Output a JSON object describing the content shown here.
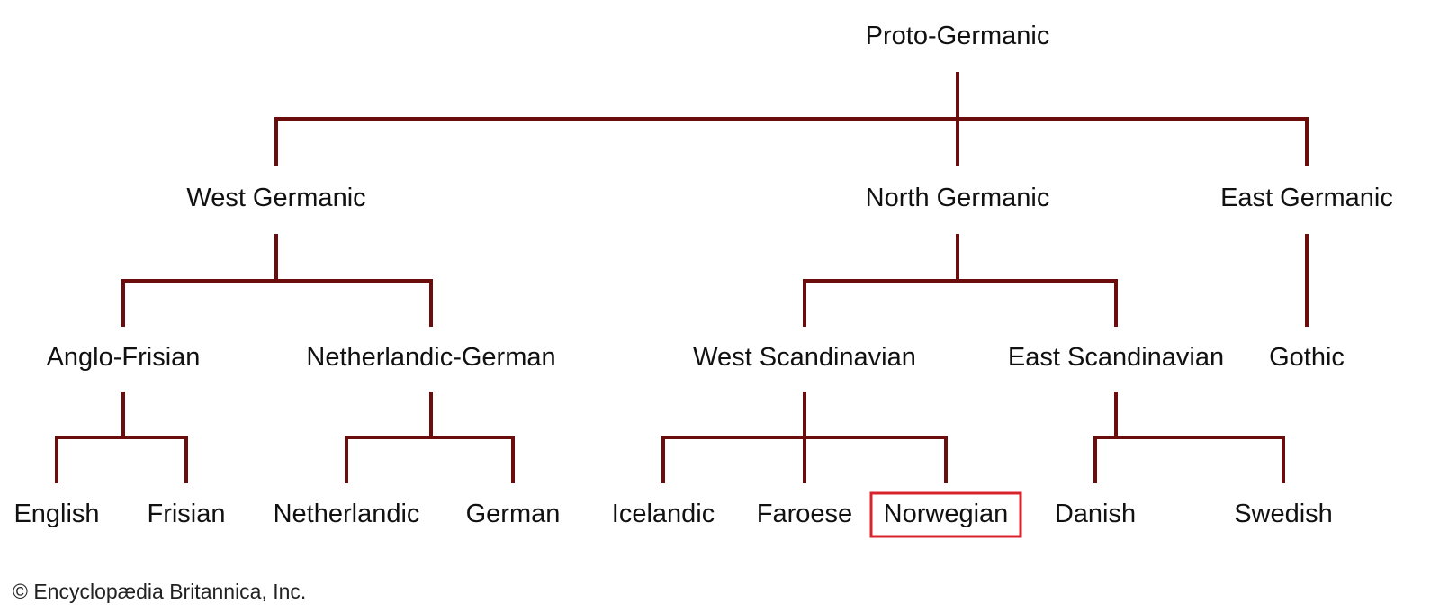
{
  "colors": {
    "connector": "#6b0d0d",
    "highlight": "#d8232a",
    "text": "#111111"
  },
  "tree": {
    "label": "Proto-Germanic",
    "children": [
      {
        "label": "West Germanic",
        "children": [
          {
            "label": "Anglo-Frisian",
            "children": [
              {
                "label": "English"
              },
              {
                "label": "Frisian"
              }
            ]
          },
          {
            "label": "Netherlandic-German",
            "children": [
              {
                "label": "Netherlandic"
              },
              {
                "label": "German"
              }
            ]
          }
        ]
      },
      {
        "label": "North Germanic",
        "children": [
          {
            "label": "West Scandinavian",
            "children": [
              {
                "label": "Icelandic"
              },
              {
                "label": "Faroese"
              },
              {
                "label": "Norwegian",
                "highlighted": true
              }
            ]
          },
          {
            "label": "East Scandinavian",
            "children": [
              {
                "label": "Danish"
              },
              {
                "label": "Swedish"
              }
            ]
          }
        ]
      },
      {
        "label": "East Germanic",
        "children": [
          {
            "label": "Gothic"
          }
        ]
      }
    ]
  },
  "credit": "© Encyclopædia Britannica, Inc."
}
